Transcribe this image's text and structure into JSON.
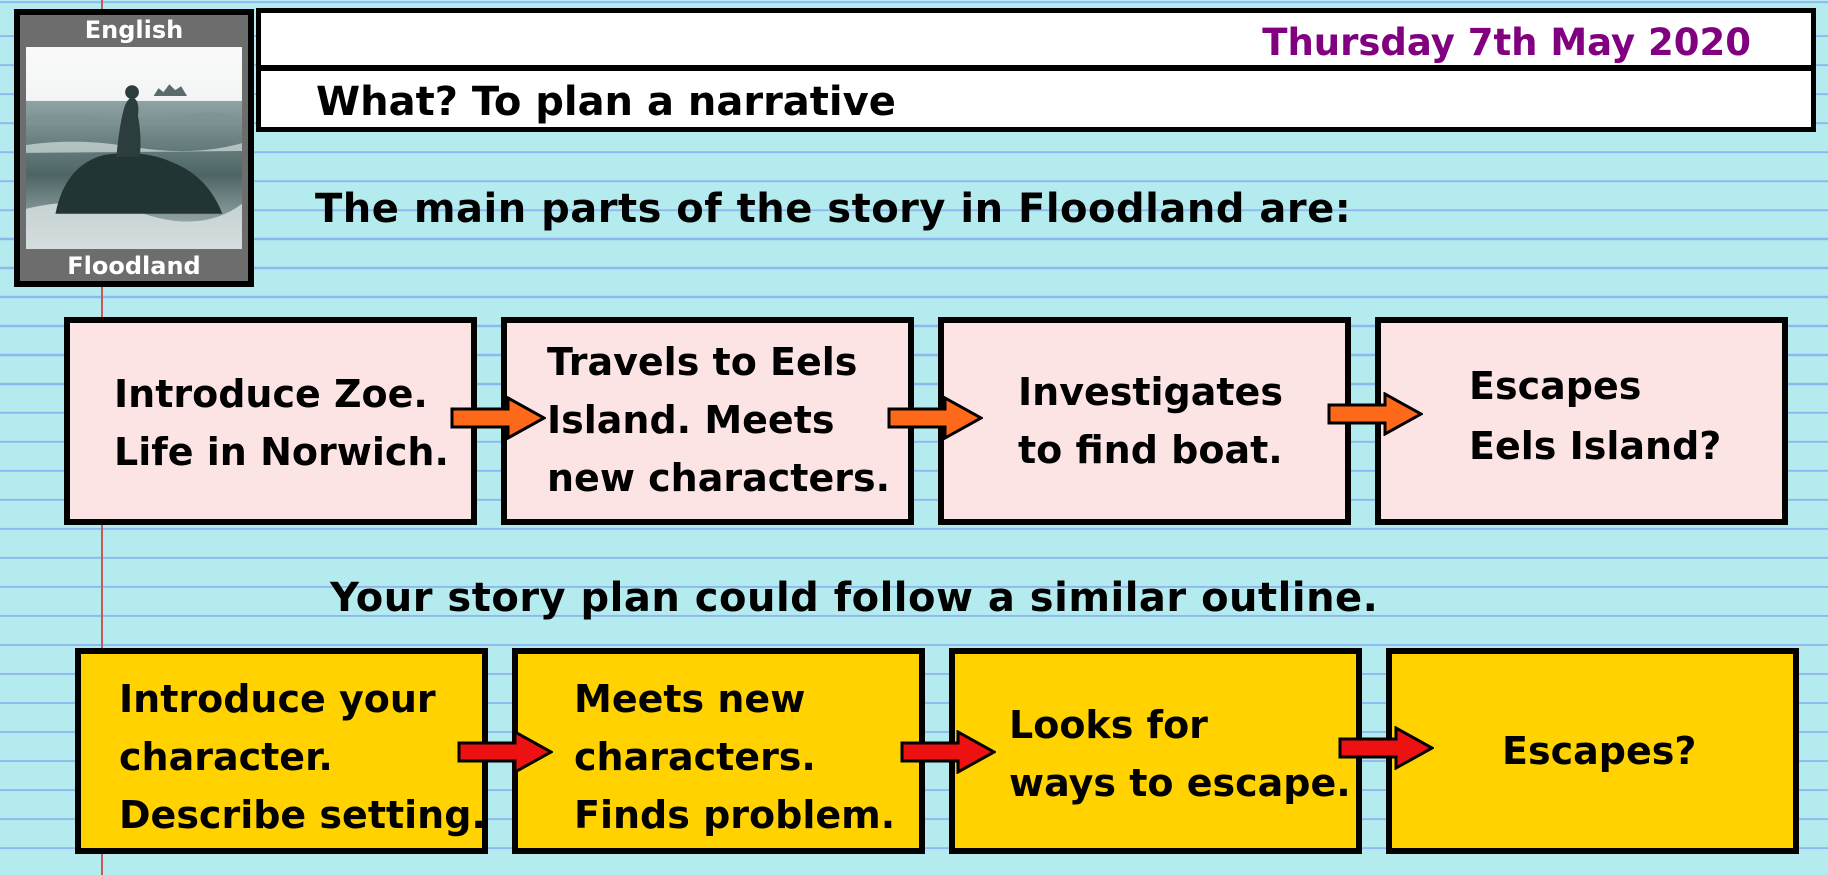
{
  "logo": {
    "top_label": "English",
    "bottom_label": "Floodland"
  },
  "header": {
    "date": "Thursday 7th May 2020",
    "what": "What? To plan a narrative"
  },
  "headings": {
    "main_parts": "The main parts of the story in Floodland are:",
    "outline": "Your story plan could follow a similar outline."
  },
  "story_boxes": [
    {
      "lines": [
        "Introduce Zoe.",
        "Life in Norwich."
      ]
    },
    {
      "lines": [
        "Travels to Eels",
        "Island. Meets",
        "new characters."
      ]
    },
    {
      "lines": [
        "Investigates",
        "to find boat."
      ]
    },
    {
      "lines": [
        "Escapes",
        "Eels Island?"
      ]
    }
  ],
  "plan_boxes": [
    {
      "lines": [
        "Introduce your",
        "character.",
        "Describe setting."
      ]
    },
    {
      "lines": [
        "Meets new",
        "characters.",
        "Finds problem."
      ]
    },
    {
      "lines": [
        "Looks for",
        "ways to escape."
      ]
    },
    {
      "lines": [
        "Escapes?"
      ]
    }
  ],
  "colors": {
    "background": "#b4ebee",
    "ruled_line": "#8fb6ee",
    "margin_line": "#c45a5a",
    "date_text": "#800080",
    "pink_box": "#fde4e4",
    "yellow_box": "#ffd200",
    "story_arrow": "#ff6a1a",
    "plan_arrow": "#ee1111"
  }
}
